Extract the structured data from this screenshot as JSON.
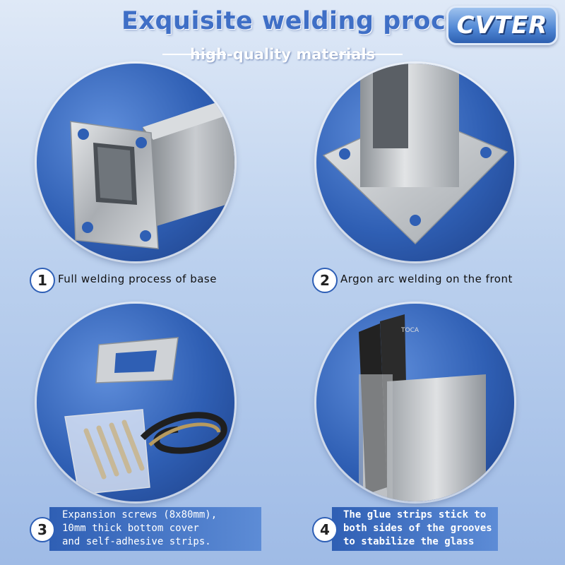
{
  "header": {
    "title": "Exquisite welding process",
    "subtitle": "high-quality materials",
    "logo_text": "CVTER"
  },
  "features": [
    {
      "number": "1",
      "caption": "Full welding process of base"
    },
    {
      "number": "2",
      "caption": "Argon arc welding on the front"
    },
    {
      "number": "3",
      "lines": [
        "Expansion screws (8x80mm),",
        "10mm thick bottom cover",
        "and self-adhesive strips."
      ]
    },
    {
      "number": "4",
      "lines": [
        "The glue strips stick to",
        "both sides of the grooves",
        "to stabilize the glass"
      ]
    }
  ],
  "strip_label": "TOCA"
}
